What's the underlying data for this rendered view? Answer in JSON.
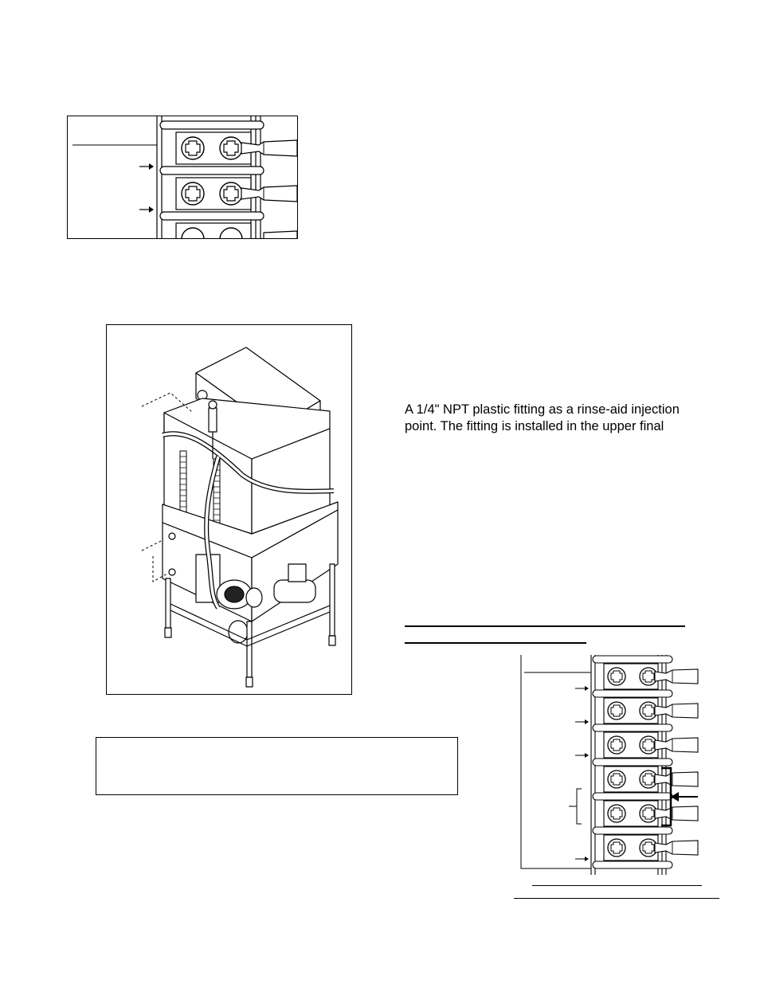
{
  "page": {
    "paragraph": {
      "line1": "A 1/4\" NPT plastic fitting as a rinse-aid injection",
      "line2": "point.  The fitting is installed in the upper final"
    }
  },
  "figures": {
    "top_terminal_strip": {
      "terminal_count": 3
    },
    "machine_drawing": {},
    "note_box": {},
    "bottom_terminal_strip": {
      "terminal_count": 6,
      "jumpered_terminals": [
        4,
        5
      ]
    }
  }
}
